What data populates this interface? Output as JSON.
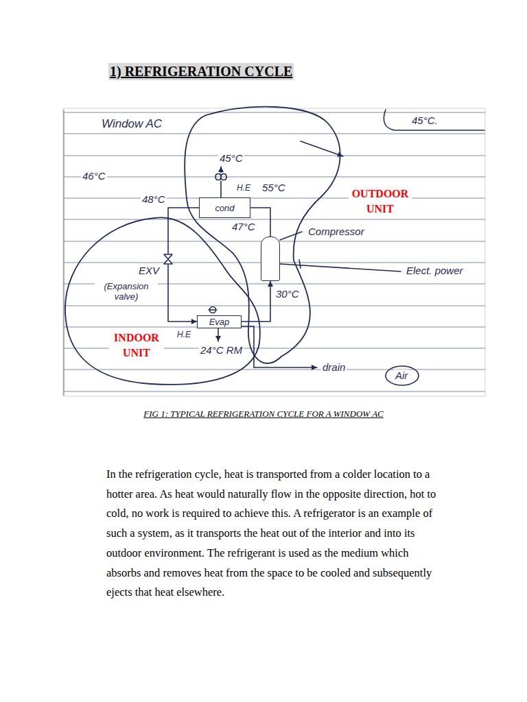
{
  "diagram": {
    "title": "1) REFRIGERATION CYCLE",
    "caption": "FIG 1: TYPICAL REFRIGERATION CYCLE FOR A WINDOW AC",
    "nodes": [
      {
        "text": [
          "OUTDOOR UNIT"
        ]
      },
      {
        "text": [
          "cond"
        ],
        "in": 0
      },
      {
        "text": [
          "Compressor"
        ],
        "in": 0
      },
      {
        "text": [
          "INDOOR UNIT"
        ]
      },
      {
        "text": [
          "EXV",
          "(Expansion valve)"
        ],
        "in": 3
      },
      {
        "text": [
          "Evap"
        ],
        "in": 3
      }
    ],
    "edges": [
      {
        "from": 1,
        "to": 4,
        "arrow": "none"
      },
      {
        "from": 4,
        "to": 5,
        "arrow": "to"
      },
      {
        "from": 5,
        "to": 2,
        "arrow": "to"
      },
      {
        "from": 2,
        "to": 1,
        "arrow": "none"
      }
    ],
    "labels": [
      "Window AC",
      "45°C.",
      "46°C",
      "45°C",
      "H.E",
      "48°C",
      "55°C",
      "47°C",
      "30°C",
      "Elect. power",
      "H.E",
      "24°C RM",
      "drain",
      "Air",
      "In the refrigeration cycle, heat is transported from a colder location to a hotter area. As heat would naturally flow in the opposite direction, hot to cold, no work is required to achieve this. A refrigerator is an example of such a system, as it transports the heat out of the interior and into its outdoor environment. The refrigerant is used as the medium which absorbs and removes heat from the space to be cooled and subsequently ejects that heat elsewhere."
    ]
  }
}
